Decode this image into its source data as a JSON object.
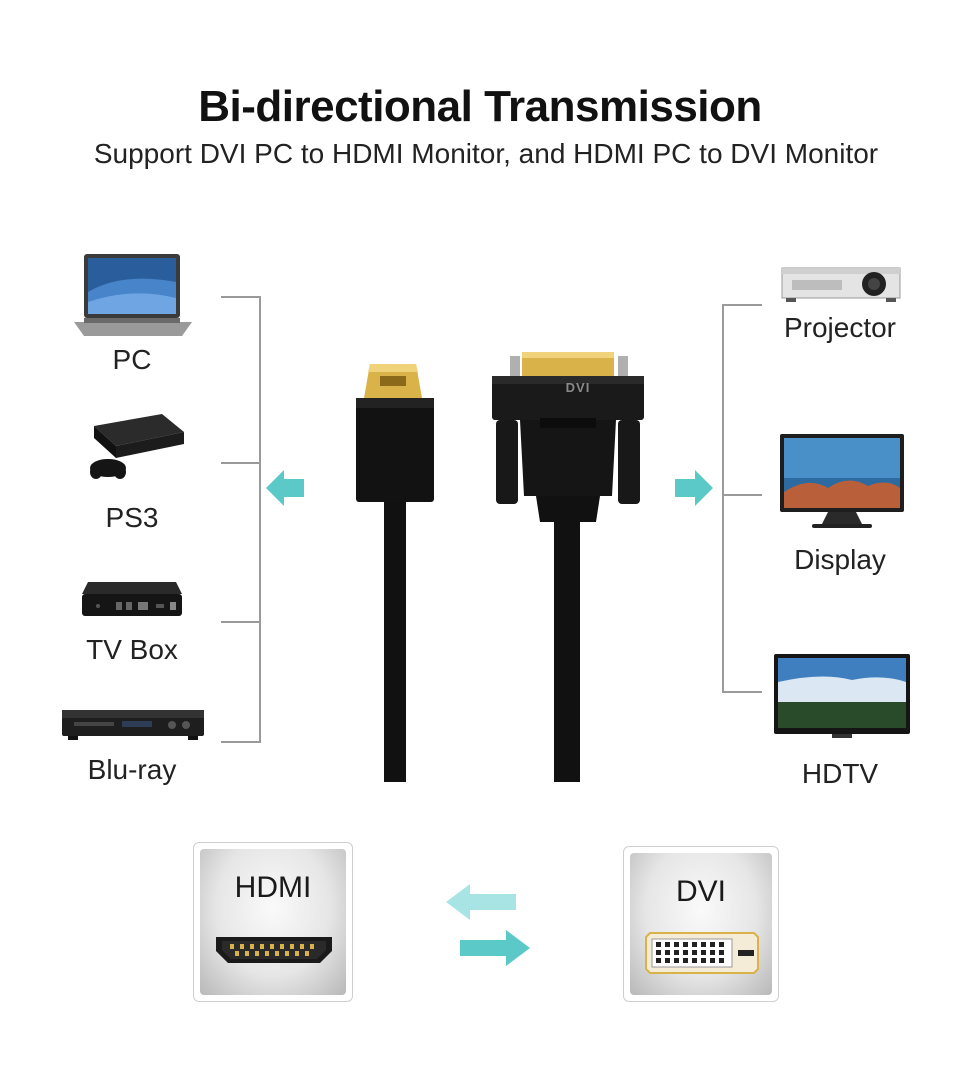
{
  "header": {
    "title": "Bi-directional Transmission",
    "subtitle": "Support DVI PC to HDMI Monitor, and HDMI PC to DVI Monitor"
  },
  "sources": [
    {
      "label": "PC",
      "icon": "laptop-icon"
    },
    {
      "label": "PS3",
      "icon": "game-console-icon"
    },
    {
      "label": "TV Box",
      "icon": "tv-box-icon"
    },
    {
      "label": "Blu-ray",
      "icon": "bluray-player-icon"
    }
  ],
  "outputs": [
    {
      "label": "Projector",
      "icon": "projector-icon"
    },
    {
      "label": "Display",
      "icon": "monitor-icon"
    },
    {
      "label": "HDTV",
      "icon": "hdtv-icon"
    }
  ],
  "cable": {
    "dvi_plug_text": "DVI"
  },
  "ports": {
    "hdmi_label": "HDMI",
    "dvi_label": "DVI"
  },
  "colors": {
    "arrow": "#5cc9c9",
    "cable": "#111111",
    "gold": "#d9b24a",
    "bracket": "#9a9a9a"
  }
}
